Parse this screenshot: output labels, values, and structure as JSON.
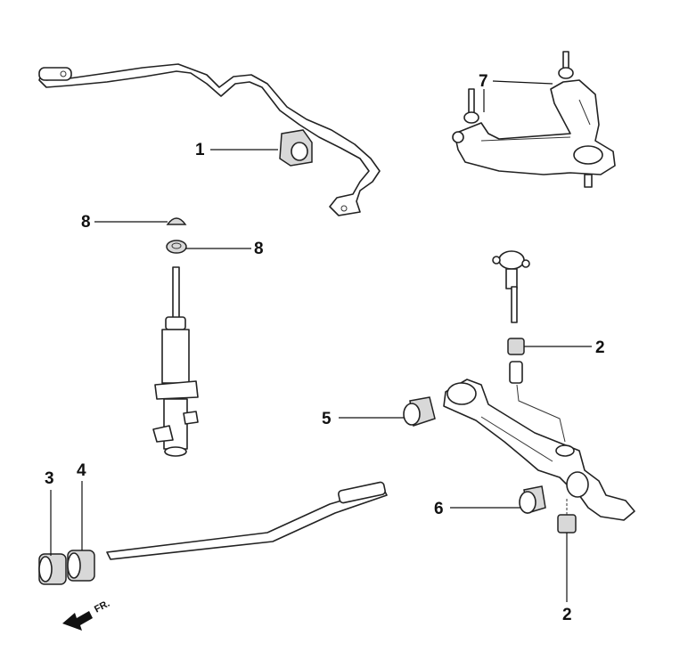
{
  "figure": {
    "callouts": [
      {
        "id": "c1",
        "label": "1",
        "part": "stabilizer-bar-bushing"
      },
      {
        "id": "c2a",
        "label": "2",
        "part": "stabilizer-link-bushing-upper"
      },
      {
        "id": "c2b",
        "label": "2",
        "part": "stabilizer-link-bushing-lower"
      },
      {
        "id": "c3",
        "label": "3",
        "part": "radius-rod-bushing-front"
      },
      {
        "id": "c4",
        "label": "4",
        "part": "radius-rod-bushing-rear"
      },
      {
        "id": "c5",
        "label": "5",
        "part": "lower-arm-bushing-front"
      },
      {
        "id": "c6",
        "label": "6",
        "part": "lower-arm-bushing-rear"
      },
      {
        "id": "c7",
        "label": "7",
        "part": "upper-arm-assembly"
      },
      {
        "id": "c8a",
        "label": "8",
        "part": "shock-mount-bushing-upper"
      },
      {
        "id": "c8b",
        "label": "8",
        "part": "shock-mount-bushing-lower"
      }
    ],
    "direction_label": "FR."
  },
  "colors": {
    "line": "#222222",
    "bushing_fill": "#d8d8d8",
    "background": "#ffffff"
  }
}
